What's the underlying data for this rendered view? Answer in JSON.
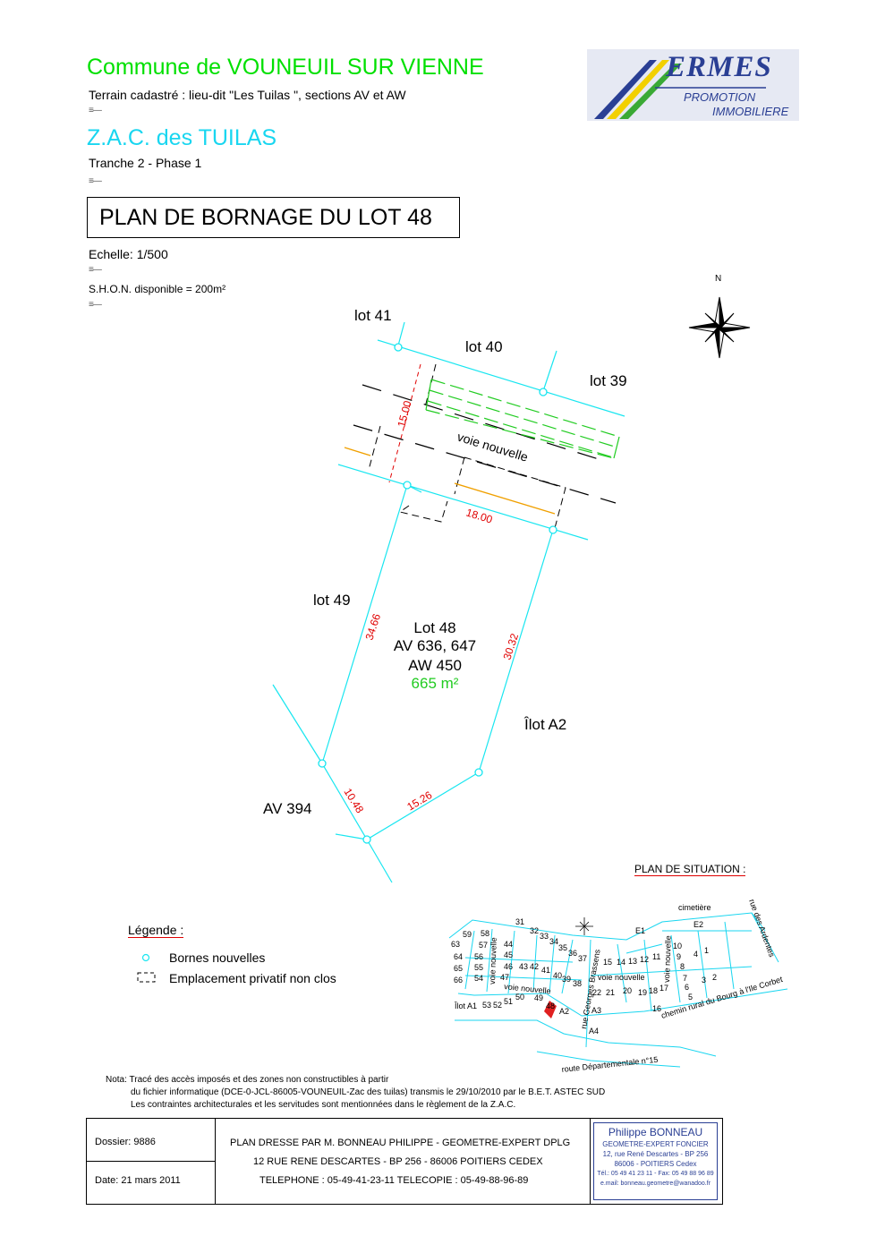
{
  "header": {
    "commune": "Commune de VOUNEUIL SUR VIENNE",
    "terrain": "Terrain cadastré : lieu-dit \"Les Tuilas \", sections AV et AW",
    "zac": "Z.A.C. des TUILAS",
    "tranche": "Tranche 2 - Phase 1",
    "plan_title": "PLAN DE BORNAGE DU LOT 48",
    "echelle": "Echelle: 1/500",
    "shon": "S.H.O.N. disponible = 200m²"
  },
  "logo": {
    "name": "ERMES",
    "line2": "PROMOTION",
    "line3": "IMMOBILIERE"
  },
  "compass": {
    "north": "N"
  },
  "plan": {
    "lot41": "lot 41",
    "lot40": "lot 40",
    "lot39": "lot 39",
    "lot49": "lot 49",
    "voie": "voie nouvelle",
    "lot48_name": "Lot 48",
    "lot48_av": "AV 636, 647",
    "lot48_aw": "AW 450",
    "lot48_area": "665 m²",
    "ilot_a2": "Îlot A2",
    "av394": "AV 394",
    "dims": {
      "d1500": "15.00",
      "d1800": "18.00",
      "d3466": "34.66",
      "d3032": "30.32",
      "d1048": "10.48",
      "d1526": "15.26"
    }
  },
  "legend": {
    "title": "Légende :",
    "item1": "Bornes nouvelles",
    "item2": "Emplacement privatif non clos"
  },
  "situation": {
    "title": "PLAN DE SITUATION :",
    "cimetiere": "cimetière",
    "rue_ardentes": "rue des Ardentes",
    "chemin": "chemin rural du Bourg à l'Ile Corbet",
    "route": "route Départementale n°15",
    "rue_georges": "rue Georges Brassens",
    "voie1": "voie nouvelle",
    "voie2": "voie nouvelle",
    "voie3": "voie nouvelle",
    "voie4": "voie nouvelle",
    "ilot_a1": "Îlot A1",
    "lots": [
      "31",
      "32",
      "33",
      "34",
      "35",
      "36",
      "37",
      "59",
      "58",
      "63",
      "57",
      "44",
      "64",
      "56",
      "45",
      "65",
      "55",
      "46",
      "43",
      "42",
      "41",
      "66",
      "54",
      "47",
      "40",
      "39",
      "38",
      "50",
      "49",
      "48",
      "53",
      "52",
      "51",
      "15",
      "14",
      "13",
      "12",
      "11",
      "22",
      "21",
      "20",
      "19",
      "18",
      "17",
      "10",
      "9",
      "8",
      "4",
      "1",
      "7",
      "3",
      "2",
      "6",
      "5",
      "16",
      "E1",
      "E2",
      "A2",
      "A3",
      "A4"
    ]
  },
  "nota": {
    "line1": "Nota: Tracé des accès imposés et des zones non constructibles à partir",
    "line2": "du fichier informatique (DCE-0-JCL-86005-VOUNEUIL-Zac des tuilas) transmis  le 29/10/2010 par le B.E.T. ASTEC SUD",
    "line3": "Les contraintes architecturales et les servitudes sont mentionnées dans le règlement de la Z.A.C."
  },
  "footer": {
    "dossier": "Dossier: 9886",
    "date": "Date: 21 mars 2011",
    "plan_dresse": "PLAN DRESSE PAR M. BONNEAU PHILIPPE - GEOMETRE-EXPERT DPLG",
    "adresse": "12 RUE RENE DESCARTES - BP 256 - 86006 POITIERS CEDEX",
    "telephone": "TELEPHONE : 05-49-41-23-11  TELECOPIE : 05-49-88-96-89",
    "bonneau_name": "Philippe BONNEAU",
    "bonneau_l1": "GEOMETRE-EXPERT FONCIER",
    "bonneau_l2": "12, rue René Descartes - BP 256",
    "bonneau_l3": "86006 -  POITIERS Cedex",
    "bonneau_l4": "Tél.: 05 49 41 23 11 - Fax: 05 49 88 96 89",
    "bonneau_l5": "e.mail: bonneau.geometre@wanadoo.fr"
  },
  "colors": {
    "parcel_lines": "#19e6f0",
    "dimensions": "#e00000",
    "hatching": "#22cc22",
    "access": "#f0a000",
    "brand_blue": "#2a3f94"
  }
}
